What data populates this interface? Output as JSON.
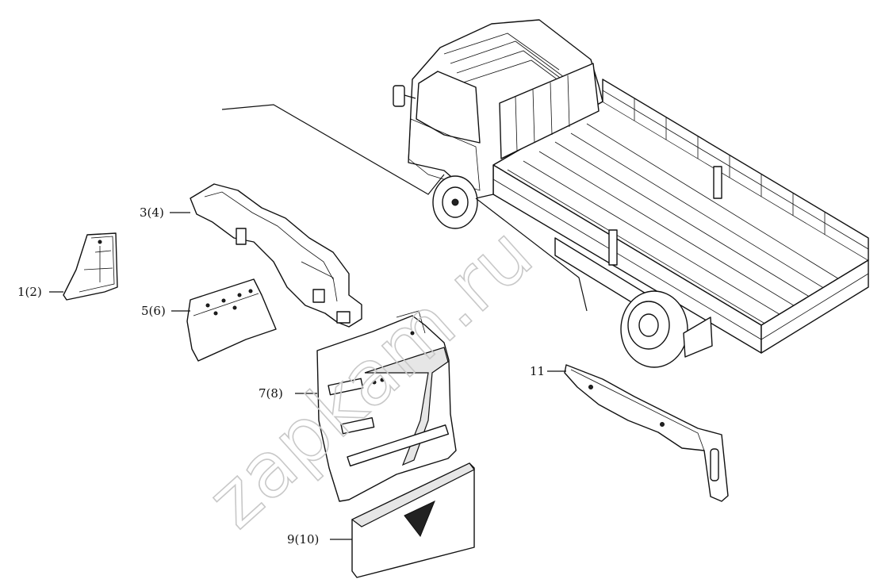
{
  "labels": {
    "part_1_2": "1(2)",
    "part_3_4": "3(4)",
    "part_5_6": "5(6)",
    "part_7_8": "7(8)",
    "part_9_10": "9(10)",
    "part_11": "11"
  },
  "watermark": "zapkam.ru",
  "colors": {
    "line": "#111111",
    "watermark": "#c8c8c8",
    "background": "#ffffff"
  }
}
